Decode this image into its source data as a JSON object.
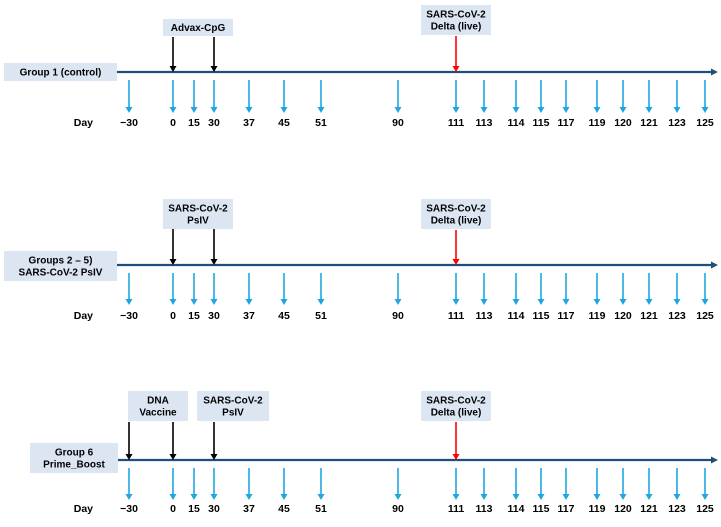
{
  "colors": {
    "timeline": "#1F4E79",
    "sample_arrow": "#1EA6E0",
    "label_box": "#DCE6F2",
    "challenge_arrow": "#FF0000",
    "dose_arrow": "#000000"
  },
  "day_label": "Day",
  "days": [
    "−30",
    "0",
    "15",
    "30",
    "37",
    "45",
    "51",
    "90",
    "111",
    "113",
    "114",
    "115",
    "117",
    "119",
    "120",
    "121",
    "123",
    "125"
  ],
  "groups": [
    {
      "name_lines": [
        "Group 1 (control)"
      ],
      "doses": [
        {
          "lines": [
            "Advax-CpG"
          ],
          "days": [
            "0",
            "30"
          ]
        }
      ],
      "challenge": {
        "lines": [
          "SARS-CoV-2",
          "Delta (live)"
        ],
        "day": "111"
      }
    },
    {
      "name_lines": [
        "Groups 2 – 5)",
        "SARS-CoV-2 PsIV"
      ],
      "doses": [
        {
          "lines": [
            "SARS-CoV-2",
            "PsIV"
          ],
          "days": [
            "0",
            "30"
          ]
        }
      ],
      "challenge": {
        "lines": [
          "SARS-CoV-2",
          "Delta (live)"
        ],
        "day": "111"
      }
    },
    {
      "name_lines": [
        "Group 6",
        "Prime_Boost"
      ],
      "doses": [
        {
          "lines": [
            "DNA",
            "Vaccine"
          ],
          "days": [
            "−30",
            "0"
          ]
        },
        {
          "lines": [
            "SARS-CoV-2",
            "PsIV"
          ],
          "days": [
            "30"
          ]
        }
      ],
      "challenge": {
        "lines": [
          "SARS-CoV-2",
          "Delta (live)"
        ],
        "day": "111"
      }
    }
  ]
}
